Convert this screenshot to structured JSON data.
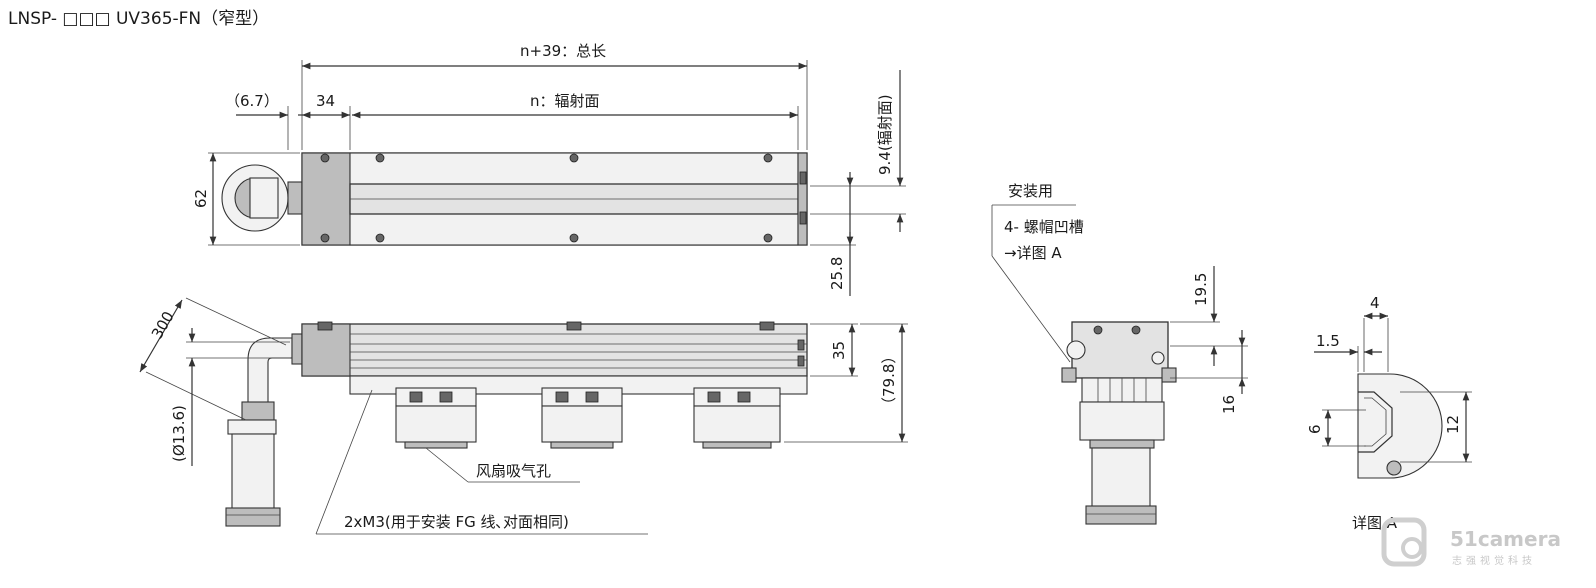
{
  "title": "LNSP- □□□ UV365-FN（窄型）",
  "dimensions": {
    "total_length": "n+39：总长",
    "offset_left": "（6.7）",
    "offset_34": "34",
    "emit_length": "n：辐射面",
    "height_62": "62",
    "emit_height": "9.4(辐射面)",
    "dist_25_8": "25.8",
    "cable_300": "300",
    "cable_dia": "(Ø13.6)",
    "dim_35": "35",
    "dim_79_8": "（79.8）",
    "dim_19_5": "19.5",
    "dim_16": "16",
    "dim_4": "4",
    "dim_1_5": "1.5",
    "dim_6": "6",
    "dim_12": "12"
  },
  "annotations": {
    "fan_inlet": "风扇吸气孔",
    "screw_fg": "2xM3(用于安装 FG 线､对面相同)",
    "mount_use": "安装用",
    "slot_line1": "4- 螺帽凹槽",
    "slot_line2": "→详图 A",
    "detail_a": "详图 A"
  },
  "watermark": {
    "brand": "51camera",
    "sub": "志强视觉科技"
  }
}
